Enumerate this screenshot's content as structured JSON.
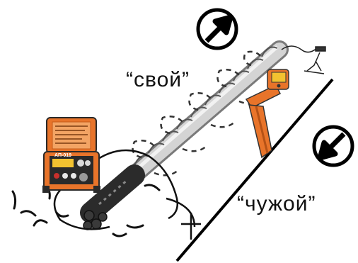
{
  "labels": {
    "own": "“свой”",
    "foreign": "“чужой”"
  },
  "device": {
    "brand": "АП-019"
  },
  "icons": {
    "own_direction": "arrow-up-right-icon",
    "foreign_direction": "arrow-down-left-icon"
  },
  "colors": {
    "device_orange": "#e8742a",
    "device_dark": "#2a2a2a",
    "cable_gray": "#b8b8b8",
    "line_black": "#000000",
    "screen_yellow": "#f2c230"
  }
}
